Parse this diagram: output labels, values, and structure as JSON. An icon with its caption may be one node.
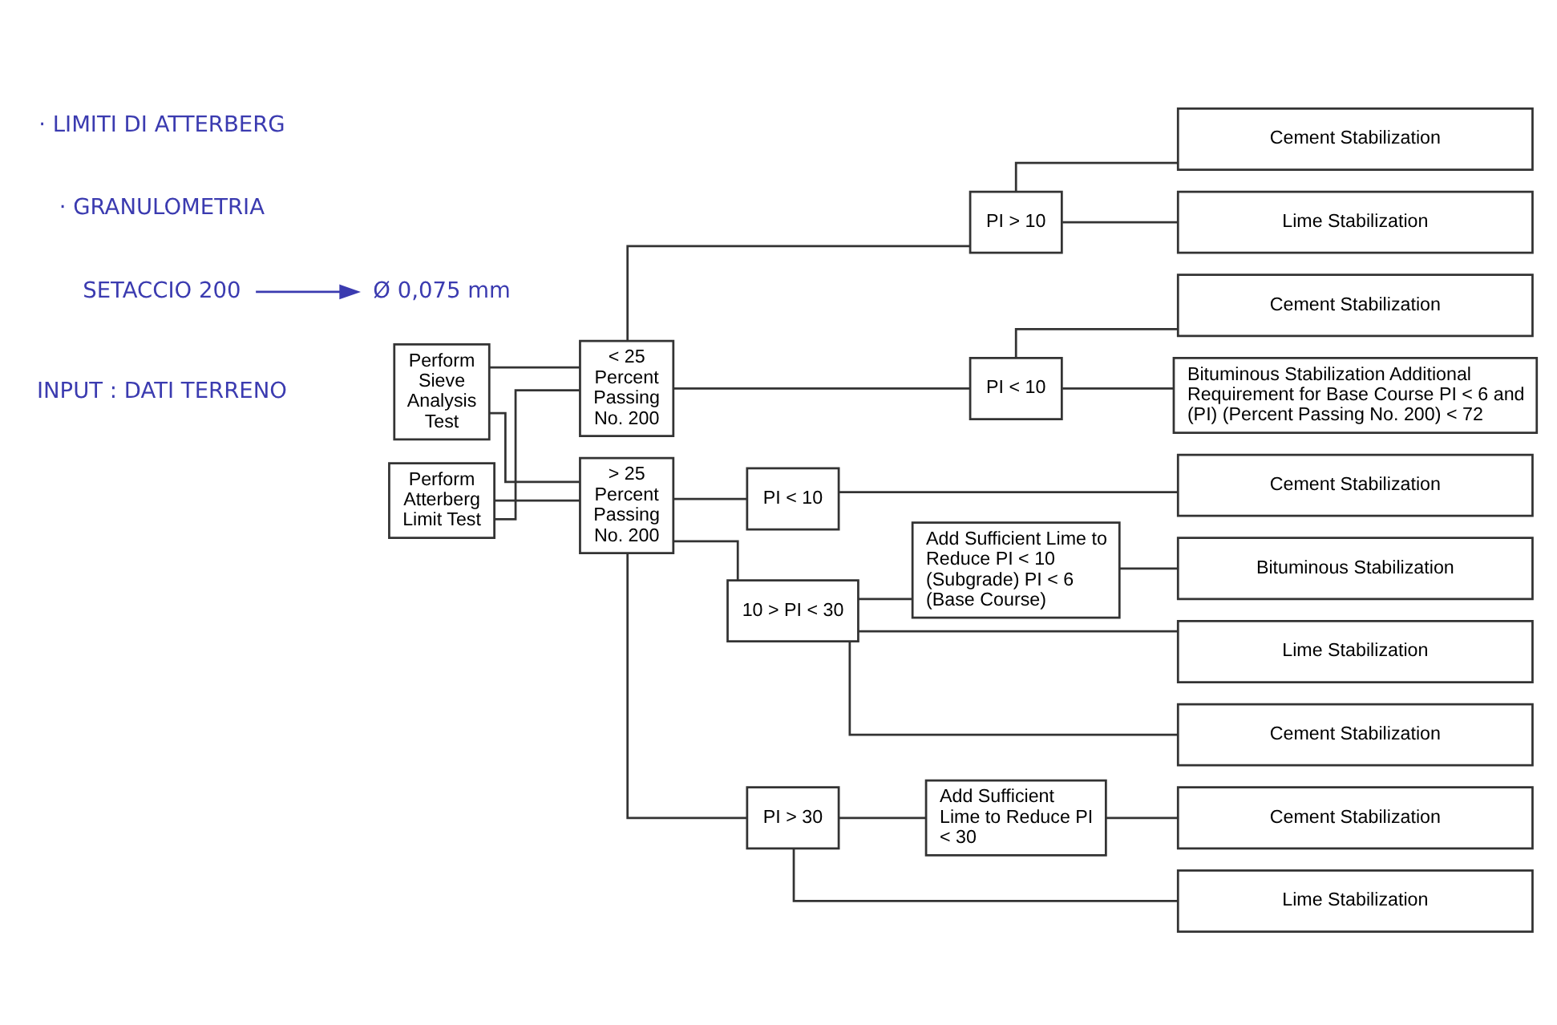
{
  "diagram": {
    "nodes": [
      {
        "text": [
          "Perform Sieve Analysis Test"
        ]
      },
      {
        "text": [
          "Perform Atterberg Limit Test"
        ]
      },
      {
        "text": [
          "< 25 Percent Passing No. 200"
        ]
      },
      {
        "text": [
          "> 25 Percent Passing No. 200"
        ]
      },
      {
        "text": [
          "PI < 10"
        ]
      },
      {
        "text": [
          "PI > 10"
        ]
      },
      {
        "text": [
          "PI < 10"
        ]
      },
      {
        "text": [
          "10 > PI < 30"
        ]
      },
      {
        "text": [
          "PI > 30"
        ]
      },
      {
        "text": [
          "Add Sufficient Lime to Reduce PI < 10 (Subgrade) PI < 6 (Base Course)"
        ]
      },
      {
        "text": [
          "Add Sufficient Lime to Reduce PI < 30"
        ]
      },
      {
        "text": [
          "Cement Stabilization"
        ]
      },
      {
        "text": [
          "Bituminous Stabilization Additional Requirement for Base Course PI < 6 and (PI) (Percent Passing No. 200) < 72"
        ]
      },
      {
        "text": [
          "Cement Stabilization"
        ]
      },
      {
        "text": [
          "Lime Stabilization"
        ]
      },
      {
        "text": [
          "Cement Stabilization"
        ]
      },
      {
        "text": [
          "Lime Stabilization"
        ]
      },
      {
        "text": [
          "Cement Stabilization"
        ]
      },
      {
        "text": [
          "Bituminous Stabilization"
        ]
      },
      {
        "text": [
          "Cement Stabilization"
        ]
      },
      {
        "text": [
          "Lime Stabilization"
        ]
      },
      {
        "text": [
          "SETACCIO 200"
        ]
      },
      {
        "text": [
          "Ø 0,075 mm"
        ]
      }
    ],
    "edges": [
      {
        "from": 0,
        "to": 2,
        "arrow": "none"
      },
      {
        "from": 0,
        "to": 3,
        "arrow": "none"
      },
      {
        "from": 1,
        "to": 2,
        "arrow": "none"
      },
      {
        "from": 1,
        "to": 3,
        "arrow": "none"
      },
      {
        "from": 2,
        "to": 4,
        "arrow": "none"
      },
      {
        "from": 2,
        "to": 5,
        "arrow": "none"
      },
      {
        "from": 3,
        "to": 6,
        "arrow": "none"
      },
      {
        "from": 3,
        "to": 7,
        "arrow": "none"
      },
      {
        "from": 3,
        "to": 8,
        "arrow": "none"
      },
      {
        "from": 4,
        "to": 11,
        "arrow": "none"
      },
      {
        "from": 4,
        "to": 12,
        "arrow": "none"
      },
      {
        "from": 5,
        "to": 13,
        "arrow": "none"
      },
      {
        "from": 5,
        "to": 14,
        "arrow": "none"
      },
      {
        "from": 6,
        "to": 15,
        "arrow": "none"
      },
      {
        "from": 7,
        "to": 16,
        "arrow": "none"
      },
      {
        "from": 7,
        "to": 17,
        "arrow": "none"
      },
      {
        "from": 7,
        "to": 9,
        "arrow": "none"
      },
      {
        "from": 9,
        "to": 18,
        "arrow": "none"
      },
      {
        "from": 8,
        "to": 10,
        "arrow": "none"
      },
      {
        "from": 10,
        "to": 19,
        "arrow": "none"
      },
      {
        "from": 8,
        "to": 20,
        "arrow": "none"
      },
      {
        "from": 21,
        "to": 22,
        "arrow": "to",
        "color": "#3b3bb0"
      }
    ],
    "labels": [
      "INPUT : DATI TERRENO",
      "· GRANULOMETRIA",
      "· LIMITI DI ATTERBERG"
    ]
  }
}
